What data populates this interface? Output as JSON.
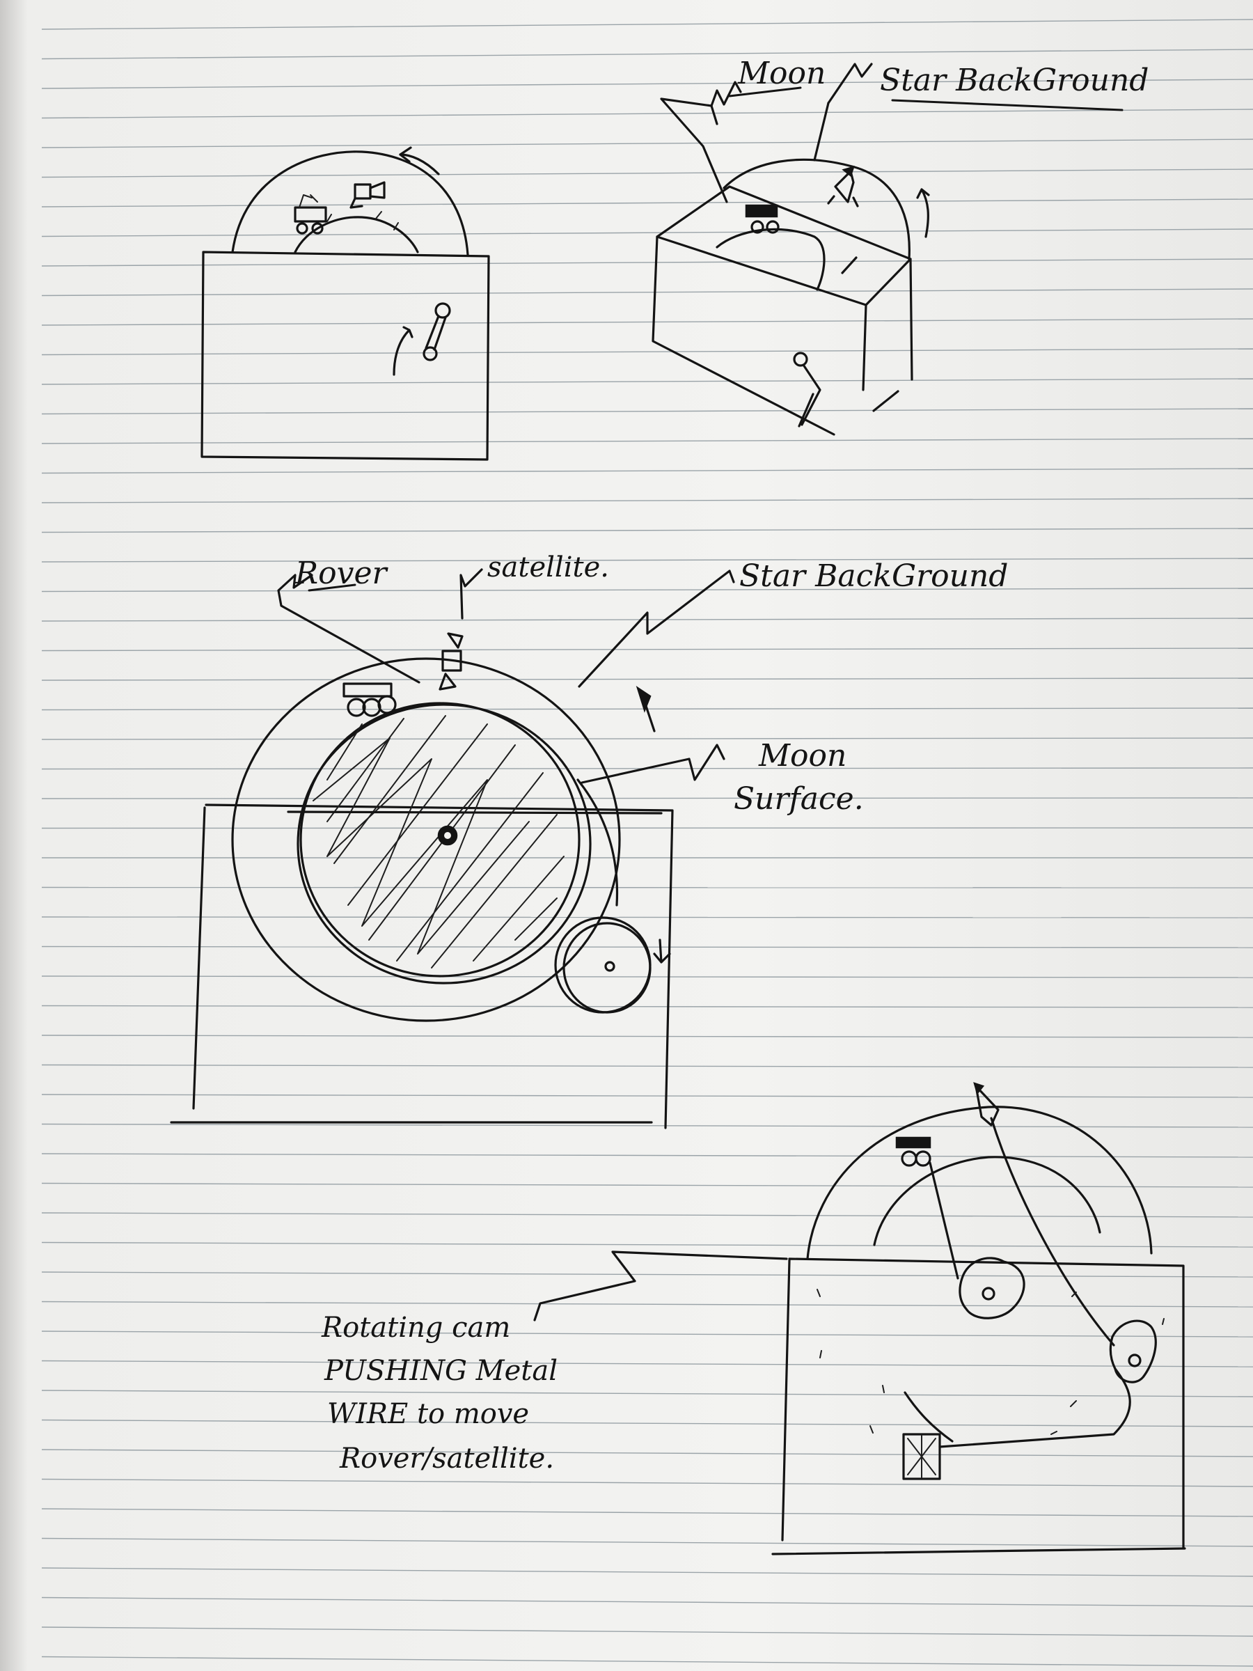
{
  "labels": {
    "moon": "Moon",
    "star_background_top": "Star BackGround",
    "rover": "Rover",
    "satellite": "satellite.",
    "star_background_mid": "Star BackGround",
    "moon_surface_line1": "Moon",
    "moon_surface_line2": "Surface.",
    "cam_note": [
      "Rotating cam",
      "PUSHING Metal",
      "WIRE to move",
      "Rover/satellite."
    ]
  },
  "colors": {
    "paper": "#f3f3f1",
    "rule_line": "#9aa3a8",
    "ink": "#141414"
  }
}
